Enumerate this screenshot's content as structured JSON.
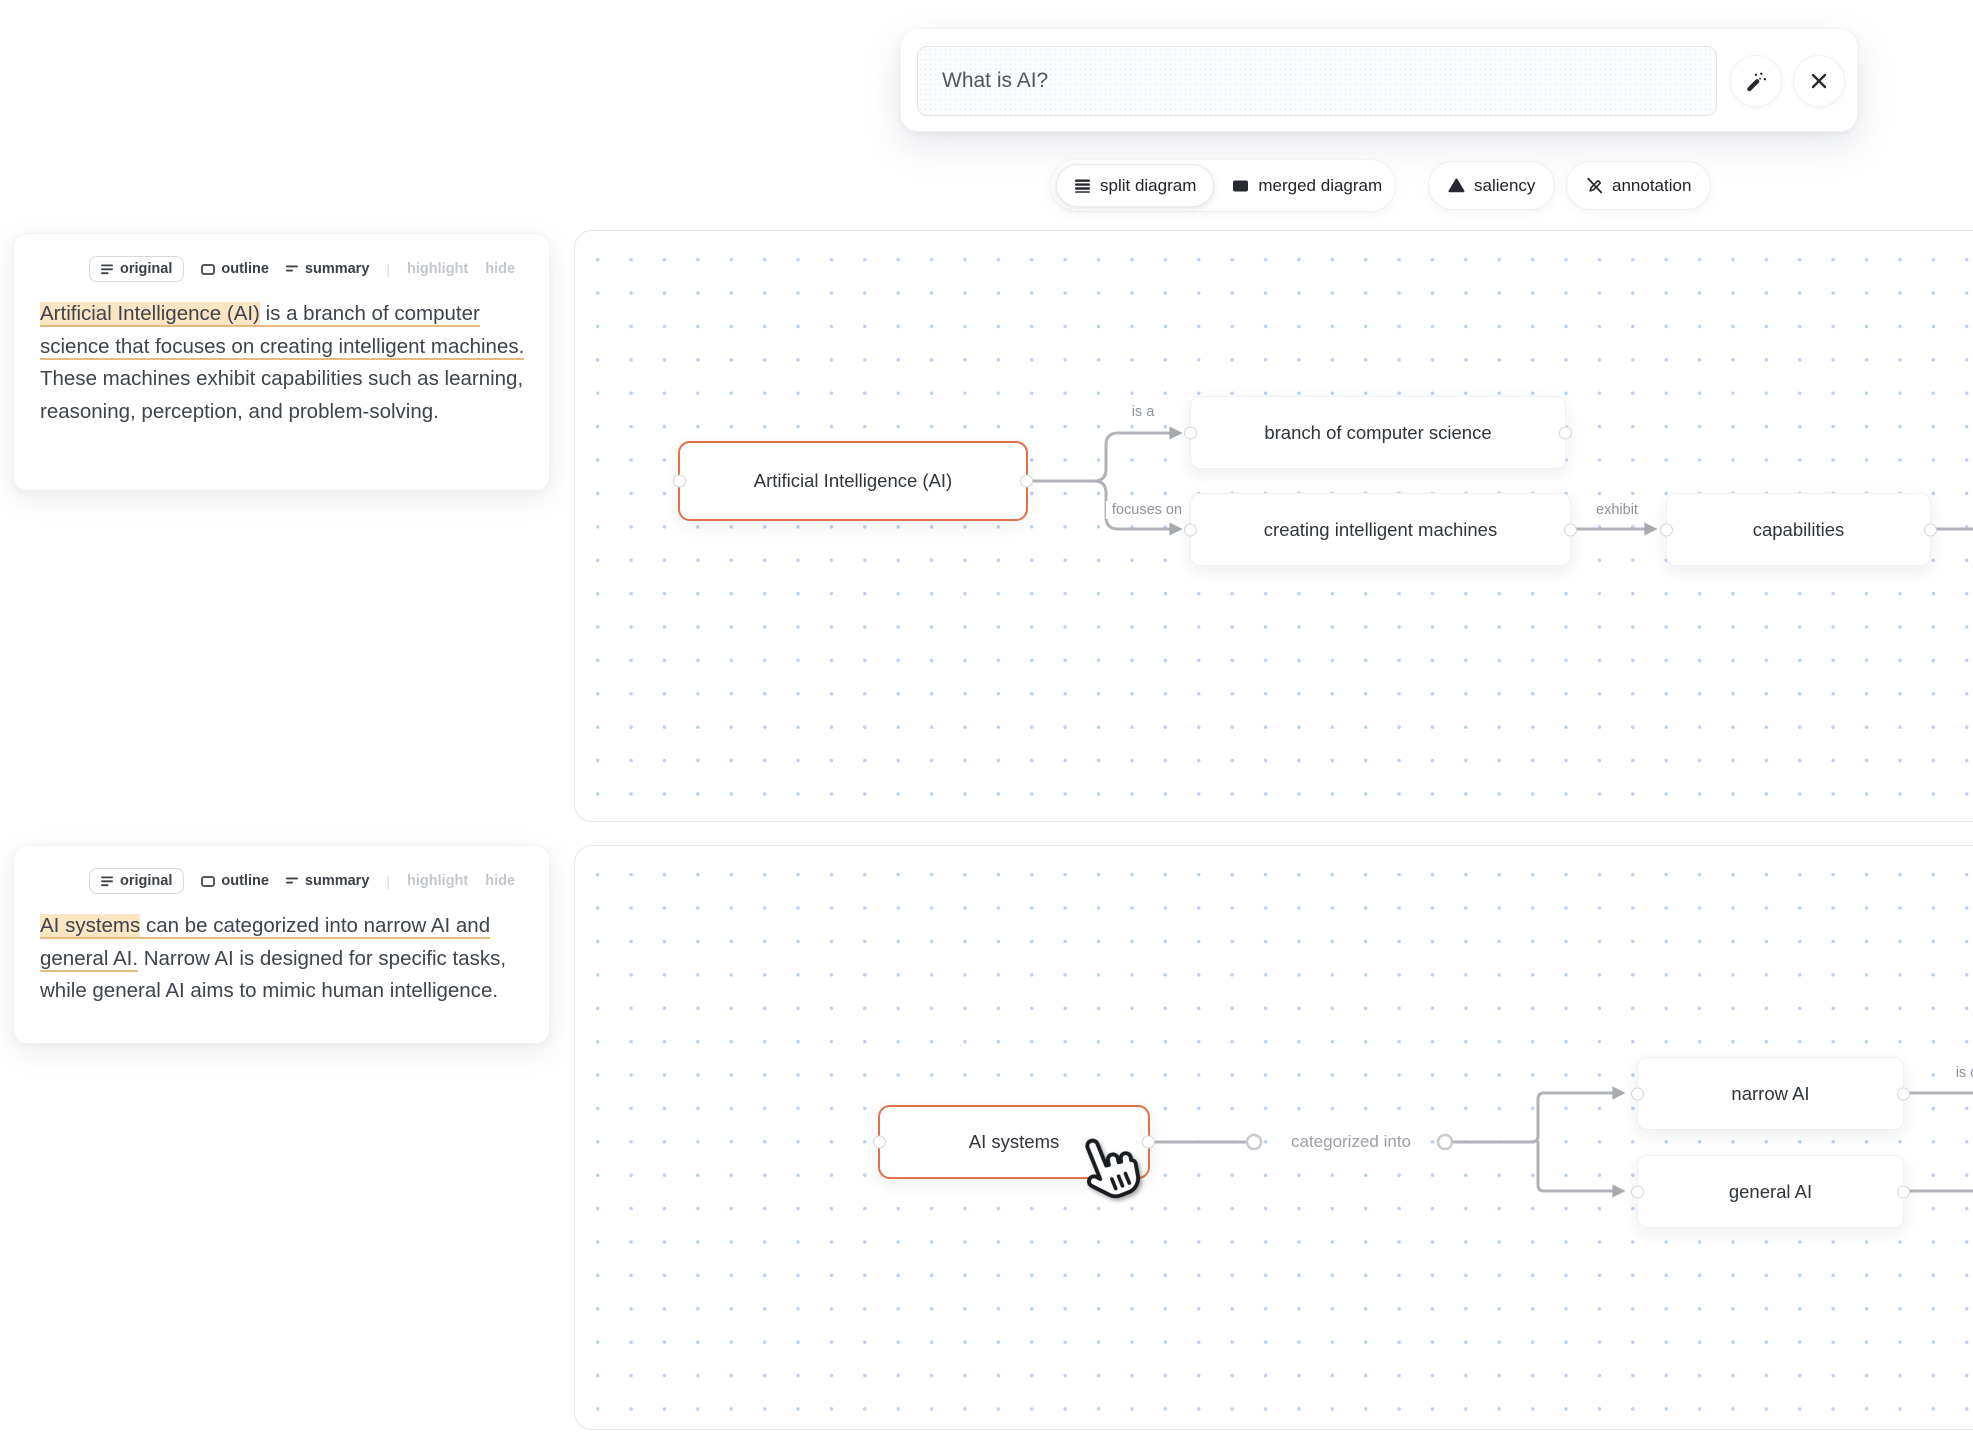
{
  "colors": {
    "accent_orange": "#e0714a",
    "highlight_bg": "#fbe5c3",
    "underline": "#e4ba7e",
    "edge_gray": "#b0b3b8",
    "dot_blue": "#bdd1f0"
  },
  "query_bar": {
    "value": "What is AI?"
  },
  "toolbar": {
    "split_diagram": "split diagram",
    "merged_diagram": "merged diagram",
    "saliency": "saliency",
    "annotation": "annotation"
  },
  "card_tabs": {
    "original": "original",
    "outline": "outline",
    "summary": "summary",
    "separator": "|",
    "highlight": "highlight",
    "hide": "hide"
  },
  "cards": [
    {
      "highlighted": "Artificial Intelligence (AI)",
      "underlined": " is a branch of computer science that focuses on creating intelligent machines.",
      "rest": " These machines exhibit capabilities such as learning, reasoning, perception, and problem-solving."
    },
    {
      "highlighted": "AI systems",
      "underlined": " can be categorized into narrow AI and general AI.",
      "rest": " Narrow AI is designed for specific tasks, while general AI aims to mimic human intelligence."
    }
  ],
  "diagram1": {
    "nodes": {
      "root": "Artificial Intelligence (AI)",
      "branch": "branch of computer science",
      "creating": "creating intelligent machines",
      "capabilities": "capabilities"
    },
    "edge_labels": {
      "is_a": "is a",
      "focuses_on": "focuses on",
      "exhibit": "exhibit"
    }
  },
  "diagram2": {
    "nodes": {
      "root": "AI systems",
      "narrow": "narrow AI",
      "general": "general AI"
    },
    "edge_labels": {
      "categorized_into": "categorized into",
      "right_partial": "is d"
    }
  }
}
